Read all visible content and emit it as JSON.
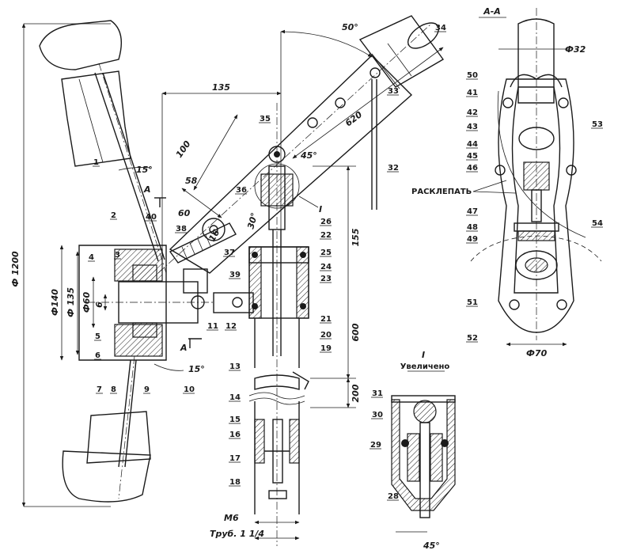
{
  "section_label": "А-А",
  "detail_title": "I",
  "detail_subtitle": "Увеличено",
  "note_rasklepat": "РАСКЛЕПАТЬ",
  "dims": {
    "d1200": "Ф 1200",
    "angle15_top": "15°",
    "angle15_bottom": "15°",
    "d140": "Ф140",
    "d135": "Ф 135",
    "d60": "Ф60",
    "d6": "6",
    "d100": "100",
    "d58": "58",
    "d60b": "60",
    "d135h": "135",
    "angle50": "50°",
    "d620": "620",
    "angle45": "45°",
    "angle30": "30°",
    "d155": "155",
    "d600": "600",
    "d200": "200",
    "m6": "М6",
    "truba": "Труб. 1 1/4",
    "d32": "Ф32",
    "d70": "Ф70",
    "angle45_detail": "45°",
    "section_a_top": "А",
    "section_a_bottom": "А",
    "d16": "16"
  },
  "parts": [
    "1",
    "2",
    "3",
    "4",
    "5",
    "6",
    "7",
    "8",
    "9",
    "10",
    "11",
    "12",
    "13",
    "14",
    "15",
    "16",
    "17",
    "18",
    "19",
    "20",
    "21",
    "22",
    "23",
    "24",
    "25",
    "26",
    "28",
    "29",
    "30",
    "31",
    "32",
    "33",
    "34",
    "35",
    "36",
    "37",
    "38",
    "39",
    "40",
    "41",
    "42",
    "43",
    "44",
    "45",
    "46",
    "47",
    "48",
    "49",
    "50",
    "51",
    "52",
    "53",
    "54"
  ],
  "colors": {
    "ink": "#1a1a1a",
    "paper": "#ffffff"
  }
}
